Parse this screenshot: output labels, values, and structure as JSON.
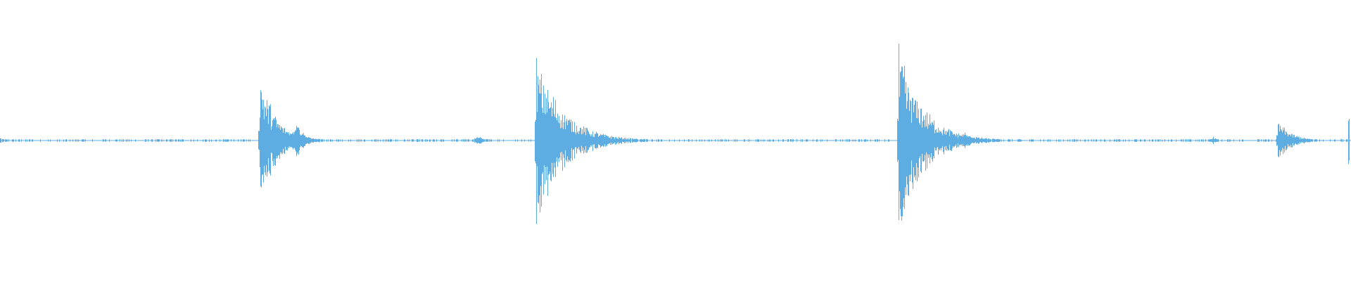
{
  "waveform": {
    "color": "#5DADE2",
    "background": "#FFFFFF",
    "events": [
      {
        "position": 0.0,
        "amplitude": 0.03,
        "decay": 0.004,
        "type": "burst"
      },
      {
        "position": 0.192,
        "amplitude": 0.74,
        "decay": 0.012,
        "type": "impact"
      },
      {
        "position": 0.22,
        "amplitude": 0.18,
        "decay": 0.006,
        "type": "burst"
      },
      {
        "position": 0.354,
        "amplitude": 0.05,
        "decay": 0.004,
        "type": "burst"
      },
      {
        "position": 0.397,
        "amplitude": 0.9,
        "decay": 0.02,
        "type": "impact"
      },
      {
        "position": 0.665,
        "amplitude": 1.0,
        "decay": 0.018,
        "type": "impact"
      },
      {
        "position": 0.713,
        "amplitude": 0.1,
        "decay": 0.006,
        "type": "burst"
      },
      {
        "position": 0.898,
        "amplitude": 0.04,
        "decay": 0.003,
        "type": "burst"
      },
      {
        "position": 0.946,
        "amplitude": 0.22,
        "decay": 0.01,
        "type": "impact"
      },
      {
        "position": 0.998,
        "amplitude": 0.25,
        "decay": 0.001,
        "type": "spike"
      }
    ]
  }
}
